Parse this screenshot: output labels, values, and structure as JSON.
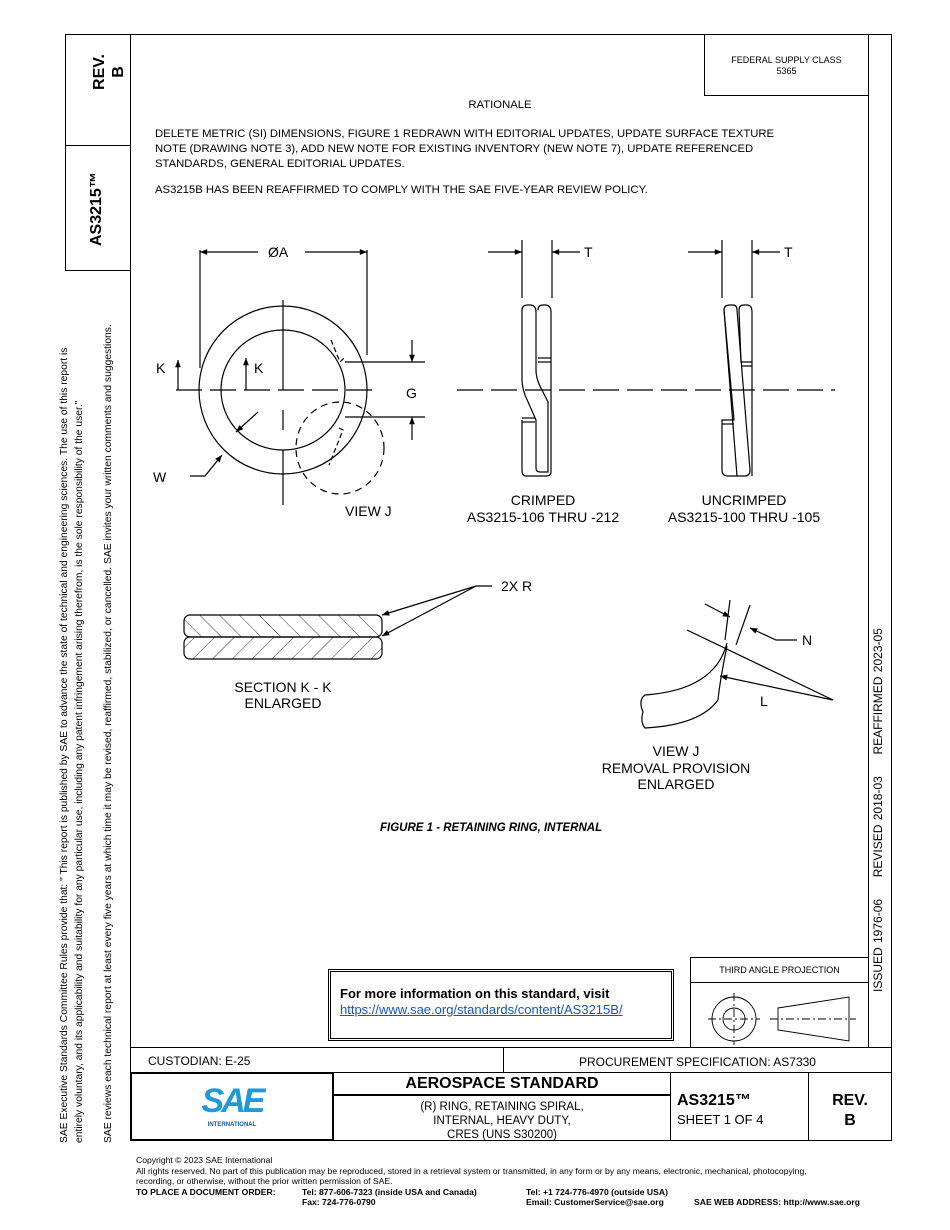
{
  "left_margin": {
    "rev_label": "REV.",
    "rev_value": "B",
    "doc_number": "AS3215™",
    "disclaimer_line1": "SAE Executive Standards Committee Rules provide that: \"  This report is published by SAE to advance the state of technical and engineering sciences. The use of this report is",
    "disclaimer_line2": "entirely voluntary, and its applicability and suitability for any particular use, including any patent infringement arising therefrom, is the sole responsibility of the user.\"",
    "disclaimer_line3": "SAE reviews each technical report at least every five years at which time it may be revised, reaffirmed, stabilized, or cancelled. SAE invites your written comments and suggestions."
  },
  "right_margin": {
    "issued": "ISSUED 1976-06",
    "revised": "REVISED 2018-03",
    "reaffirmed": "REAFFIRMED 2023-05"
  },
  "header": {
    "federal_supply_class_label": "FEDERAL SUPPLY CLASS",
    "federal_supply_class_value": "5365"
  },
  "rationale": {
    "title": "RATIONALE",
    "para1_line1": "DELETE METRIC (SI) DIMENSIONS, FIGURE 1 REDRAWN WITH EDITORIAL UPDATES, UPDATE SURFACE TEXTURE",
    "para1_line2": "NOTE (DRAWING NOTE 3), ADD NEW NOTE FOR EXISTING INVENTORY (NEW NOTE 7), UPDATE REFERENCED",
    "para1_line3": "STANDARDS, GENERAL EDITORIAL UPDATES.",
    "para2": "AS3215B HAS BEEN REAFFIRMED TO COMPLY WITH THE SAE FIVE-YEAR REVIEW POLICY."
  },
  "figure": {
    "labels": {
      "dia_a": "ØA",
      "t1": "T",
      "t2": "T",
      "k1": "K",
      "k2": "K",
      "g": "G",
      "w": "W",
      "view_j": "VIEW J",
      "crimped": "CRIMPED",
      "crimped_range": "AS3215-106 THRU -212",
      "uncrimped": "UNCRIMPED",
      "uncrimped_range": "AS3215-100 THRU -105",
      "two_x_r": "2X R",
      "section_kk": "SECTION K - K",
      "section_enlarged": "ENLARGED",
      "n": "N",
      "l": "L",
      "view_j2": "VIEW J",
      "removal_provision": "REMOVAL PROVISION",
      "removal_enlarged": "ENLARGED"
    },
    "caption": "FIGURE 1 - RETAINING RING, INTERNAL"
  },
  "info_box": {
    "text": "For more information on this standard, visit",
    "link": "https://www.sae.org/standards/content/AS3215B/"
  },
  "projection": {
    "label": "THIRD ANGLE PROJECTION"
  },
  "title_block": {
    "custodian": "CUSTODIAN: E-25",
    "procurement": "PROCUREMENT SPECIFICATION: AS7330",
    "logo_text": "SAE",
    "logo_sub": "INTERNATIONAL",
    "standard_type": "AEROSPACE STANDARD",
    "title_line1": "(R) RING, RETAINING SPIRAL,",
    "title_line2": "INTERNAL, HEAVY DUTY,",
    "title_line3": "CRES (UNS S30200)",
    "doc_number": "AS3215™",
    "sheet": "SHEET 1 OF 4",
    "rev_label": "REV.",
    "rev_value": "B",
    "colors": {
      "logo_light": "#1e9ad6",
      "logo_dark": "#0b5ea8"
    }
  },
  "footer": {
    "copyright": "Copyright © 2023 SAE International",
    "rights_line1": "All rights reserved. No part of this publication may be reproduced, stored in a retrieval system or transmitted, in any form or by any means, electronic, mechanical, photocopying,",
    "rights_line2": "recording, or otherwise, without the prior written permission of SAE.",
    "order_label": "TO PLACE A DOCUMENT ORDER:",
    "tel_us": "Tel: 877-606-7323 (inside USA and Canada)",
    "fax": "Fax: 724-776-0790",
    "tel_intl": "Tel: +1 724-776-4970 (outside USA)",
    "email": "Email: CustomerService@sae.org",
    "web": "SAE WEB ADDRESS: http://www.sae.org"
  }
}
